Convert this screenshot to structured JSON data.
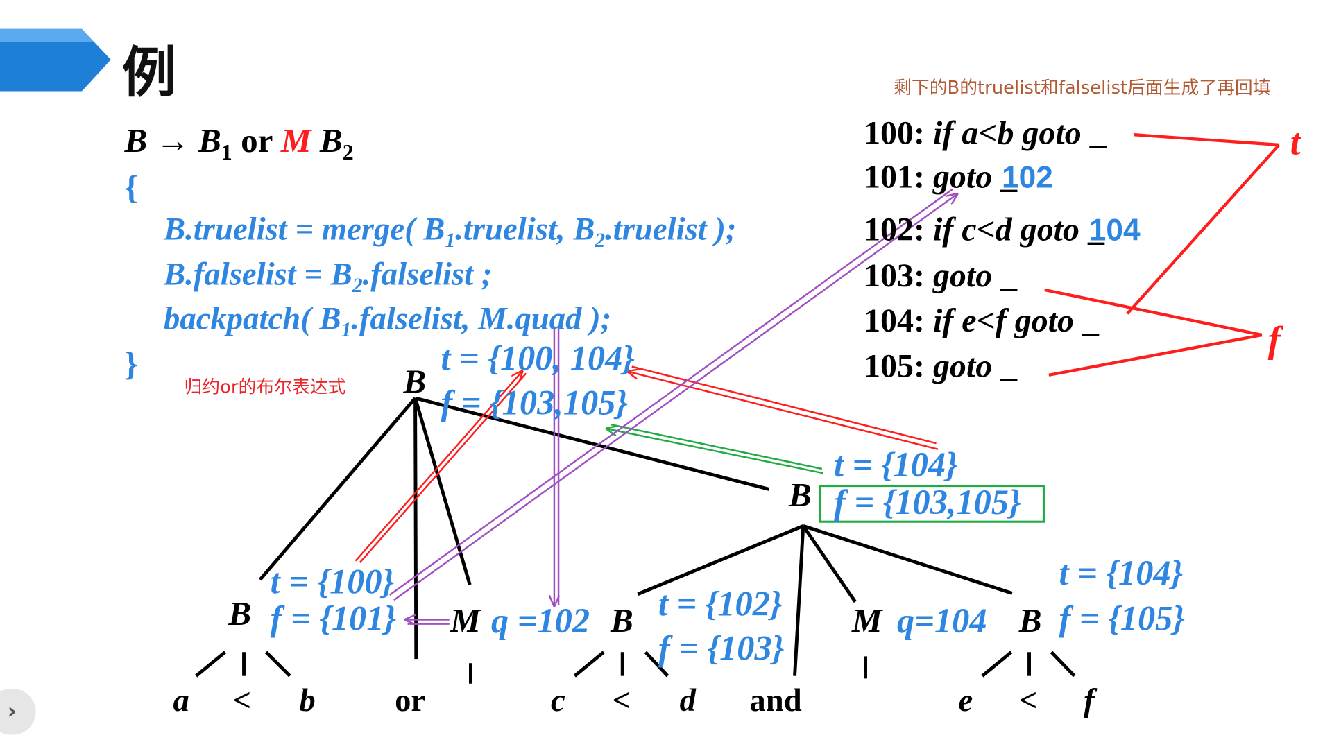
{
  "title": "例",
  "note": "剩下的B的truelist和falselist后面生成了再回填",
  "annotation": "归约or的布尔表达式",
  "rule": {
    "lhs": "B",
    "arrow": "→",
    "b1": "B",
    "sub1": "1",
    "or": "or",
    "m": "M",
    "b2": "B",
    "sub2": "2"
  },
  "code": {
    "open_brace": "{",
    "close_brace": "}",
    "line1": {
      "a": "B.truelist = merge( B",
      "s1": "1",
      "b": ".truelist, B",
      "s2": "2",
      "c": ".truelist );"
    },
    "line2": {
      "a": "B.falselist = B",
      "s1": "2",
      "b": ".falselist ;"
    },
    "line3": {
      "a": "backpatch( B",
      "s1": "1",
      "b": ".falselist, M.quad );"
    }
  },
  "quads": [
    {
      "num": "100:",
      "text": "if a<b goto",
      "blank": "_",
      "fill": ""
    },
    {
      "num": "101:",
      "text": "goto",
      "blank": "_",
      "fill": "102"
    },
    {
      "num": "102:",
      "text": "if c<d goto",
      "blank": "_",
      "fill": "104"
    },
    {
      "num": "103:",
      "text": "goto",
      "blank": "_",
      "fill": ""
    },
    {
      "num": "104:",
      "text": "if e<f goto",
      "blank": "_",
      "fill": ""
    },
    {
      "num": "105:",
      "text": "goto",
      "blank": "_",
      "fill": ""
    }
  ],
  "tf_labels": {
    "t": "t",
    "f": "f"
  },
  "tree": {
    "root": {
      "name": "B",
      "t": "t = {100, 104}",
      "f": "f = {103,105}"
    },
    "and_node": {
      "name": "B",
      "t": "t = {104}",
      "f": "f = {103,105}"
    },
    "b_ab": {
      "name": "B",
      "t": "t = {100}",
      "f": "f = {101}"
    },
    "m1": {
      "name": "M",
      "q": "q =102"
    },
    "b_cd": {
      "name": "B",
      "t": "t = {102}",
      "f": "f = {103}"
    },
    "m2": {
      "name": "M",
      "q": "q=104"
    },
    "b_ef": {
      "name": "B",
      "t": "t = {104}",
      "f": "f = {105}"
    },
    "leaves": [
      "a",
      "<",
      "b",
      "or",
      "c",
      "<",
      "d",
      "and",
      "e",
      "<",
      "f"
    ]
  },
  "colors": {
    "blue": "#2e86e0",
    "red": "#ff1e1e",
    "green": "#22aa44",
    "purple": "#a050c0",
    "banner": "#1e7fd6"
  }
}
